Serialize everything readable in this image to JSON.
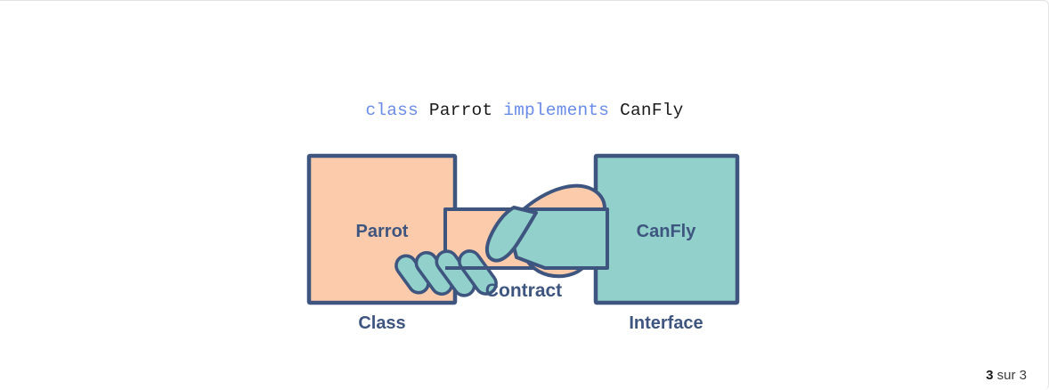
{
  "page": {
    "background_color": "#ffffff",
    "border_color": "#e3e3e3"
  },
  "code_caption": {
    "keyword_color": "#6a8ce8",
    "identifier_color": "#1a1a1a",
    "full_text": "class Parrot implements CanFly",
    "tokens": {
      "kw_class": "class",
      "sp1": " ",
      "name_class": "Parrot",
      "sp2": " ",
      "kw_implements": "implements",
      "sp3": " ",
      "name_interface": "CanFly"
    }
  },
  "diagram": {
    "type": "concept-illustration",
    "title": "class implements interface",
    "stroke_color": "#3e5580",
    "left_box": {
      "label": "Parrot",
      "caption": "Class",
      "fill_color": "#fbcbab",
      "border_color": "#3e5580",
      "text_color": "#3e5580"
    },
    "right_box": {
      "label": "CanFly",
      "caption": "Interface",
      "fill_color": "#92d0cb",
      "border_color": "#3e5580",
      "text_color": "#3e5580"
    },
    "connector": {
      "label": "Contract",
      "icon": "handshake-icon",
      "left_hand_color": "#fbcbab",
      "right_hand_color": "#92d0cb",
      "text_color": "#3e5580"
    }
  },
  "pager": {
    "current": "3",
    "separator": " sur ",
    "total": "3",
    "full_text": "3 sur 3"
  }
}
